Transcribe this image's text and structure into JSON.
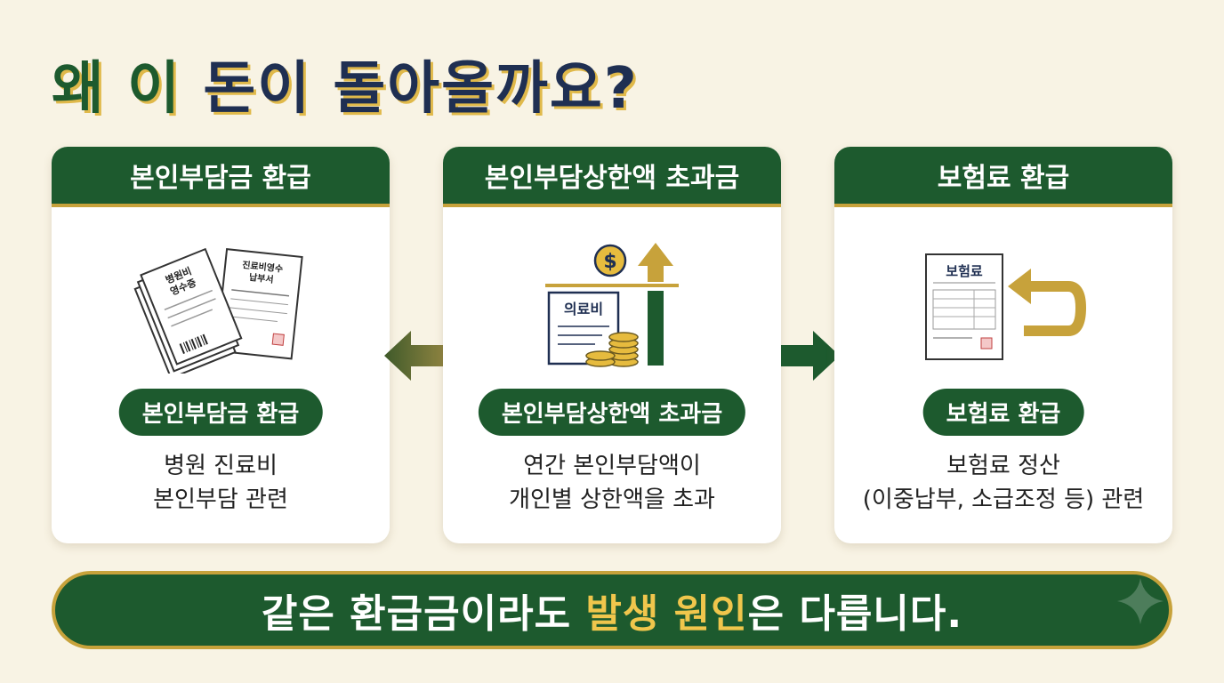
{
  "title": {
    "part1": "왜 이 ",
    "part2": "돈이 ",
    "part3": "돌아올까요?"
  },
  "cards": [
    {
      "header": "본인부담금 환급",
      "pill": "본인부담금 환급",
      "desc_line1": "병원 진료비",
      "desc_line2": "본인부담 관련",
      "illus": {
        "receipt_front": "병원비\n영수증",
        "receipt_back": "진료비영수\n납부서"
      }
    },
    {
      "header": "본인부담상한액 초과금",
      "pill": "본인부담상한액 초과금",
      "desc_line1": "연간 본인부담액이",
      "desc_line2": "개인별 상한액을 초과",
      "illus": {
        "doc_label": "의료비"
      }
    },
    {
      "header": "보험료 환급",
      "pill": "보험료 환급",
      "desc_line1": "보험료 정산",
      "desc_line2": "(이중납부, 소급조정 등) 관련",
      "illus": {
        "doc_label": "보험료"
      }
    }
  ],
  "bottom": {
    "part1": "같은 환급금이라도 ",
    "highlight": "발생 원인",
    "part2": "은 다릅니다."
  },
  "colors": {
    "green": "#1d5a2e",
    "gold": "#c7a23b",
    "navy": "#1f2f52",
    "background": "#f8f3e4"
  },
  "icons": [
    "receipt-stack-icon",
    "coins-rising-icon",
    "insurance-refund-icon",
    "left-arrow-icon",
    "right-arrow-icon",
    "sparkle-icon"
  ]
}
